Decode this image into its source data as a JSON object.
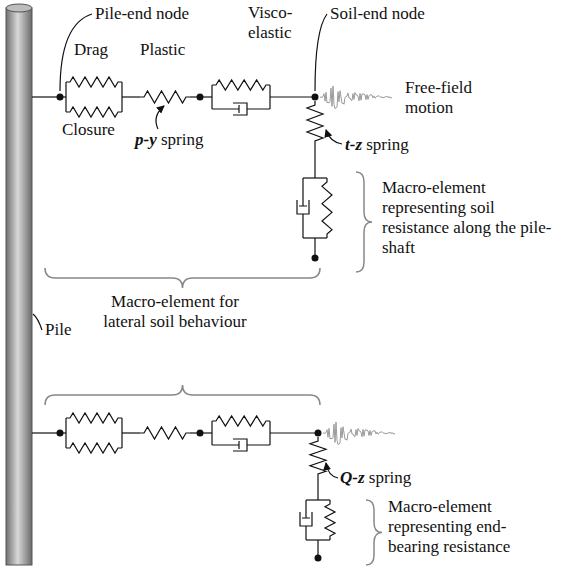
{
  "diagram": {
    "labels": [
      "Pile-end node",
      "Drag",
      "Plastic",
      "Visco- elastic",
      "Soil-end node",
      "Free-field motion",
      "Closure",
      "p-y spring",
      "t-z spring",
      "Pile",
      "Macro-element for lateral soil behaviour",
      "Macro-element representing soil resistance along the pile-shaft",
      "Q-z spring",
      "Macro-element representing end-bearing resistance"
    ]
  }
}
